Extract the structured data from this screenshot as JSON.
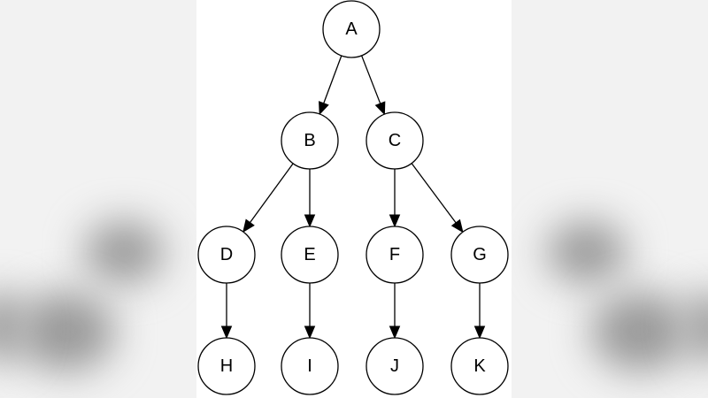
{
  "colors": {
    "node_fill": "#ffffff",
    "node_stroke": "#000000",
    "edge": "#000000",
    "background": "#ffffff"
  },
  "nodes": [
    {
      "id": "A",
      "label": "A"
    },
    {
      "id": "B",
      "label": "B"
    },
    {
      "id": "C",
      "label": "C"
    },
    {
      "id": "D",
      "label": "D"
    },
    {
      "id": "E",
      "label": "E"
    },
    {
      "id": "F",
      "label": "F"
    },
    {
      "id": "G",
      "label": "G"
    },
    {
      "id": "H",
      "label": "H"
    },
    {
      "id": "I",
      "label": "I"
    },
    {
      "id": "J",
      "label": "J"
    },
    {
      "id": "K",
      "label": "K"
    }
  ],
  "edges": [
    {
      "from": "A",
      "to": "B"
    },
    {
      "from": "A",
      "to": "C"
    },
    {
      "from": "B",
      "to": "D"
    },
    {
      "from": "B",
      "to": "E"
    },
    {
      "from": "C",
      "to": "F"
    },
    {
      "from": "C",
      "to": "G"
    },
    {
      "from": "D",
      "to": "H"
    },
    {
      "from": "E",
      "to": "I"
    },
    {
      "from": "F",
      "to": "J"
    },
    {
      "from": "G",
      "to": "K"
    }
  ]
}
